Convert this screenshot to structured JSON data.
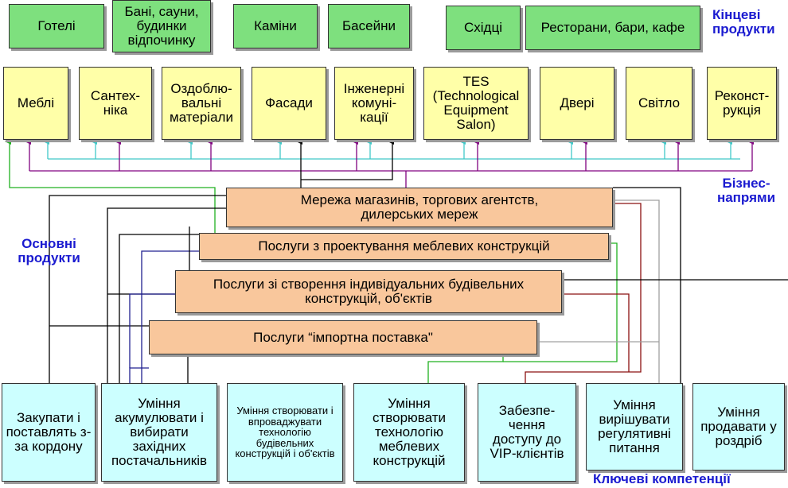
{
  "labels": {
    "final_products": "Кінцеві продукти",
    "business_directions": "Бізнес-напрями",
    "core_products": "Основні продукти",
    "key_competencies": "Ключеві компетенції"
  },
  "final_products": [
    "Готелі",
    "Бані, сауни, будинки відпочинку",
    "Каміни",
    "Басейни",
    "Східці",
    "Ресторани, бари, кафе"
  ],
  "business_directions": [
    "Меблі",
    "Сантех-ніка",
    "Оздоблю-вальні матеріали",
    "Фасади",
    "Інженерні комуні-кації",
    "TES (Technological Equipment Salon)",
    "Двері",
    "Світло",
    "Реконст-рукція"
  ],
  "core_products": [
    "Мережа магазинів, торгових агентств, дилерських мереж",
    "Послуги з проектування меблевих конструкцій",
    "Послуги зі створення індивідуальних будівельних конструкцій, об'єктів",
    "Послуги “імпортна поставка\""
  ],
  "key_competencies": [
    "Закупати і поставлять з-за кордону",
    "Уміння акумулювати і вибирати західних постачальників",
    "Уміння створювати і впроваджувати технологію будівельних конструкцій і об'єктів",
    "Уміння створювати технологію меблевих конструкцій",
    "Забезпе-чення доступу до VIP-клієнтів",
    "Уміння вирішувати регулятивні питання",
    "Уміння продавати у роздріб"
  ],
  "colors": {
    "final_product_fill": "#7ee07e",
    "business_direction_fill": "#ffffa8",
    "core_product_fill": "#f9c79c",
    "competency_fill": "#ccffff",
    "label_text": "#1a1ad0",
    "line_cyan": "#40c8c8",
    "line_purple": "#800080",
    "line_green": "#20b020",
    "line_black": "#000000",
    "line_navy": "#202090",
    "line_darkred": "#8b1010",
    "line_gray": "#a0a0a0"
  }
}
